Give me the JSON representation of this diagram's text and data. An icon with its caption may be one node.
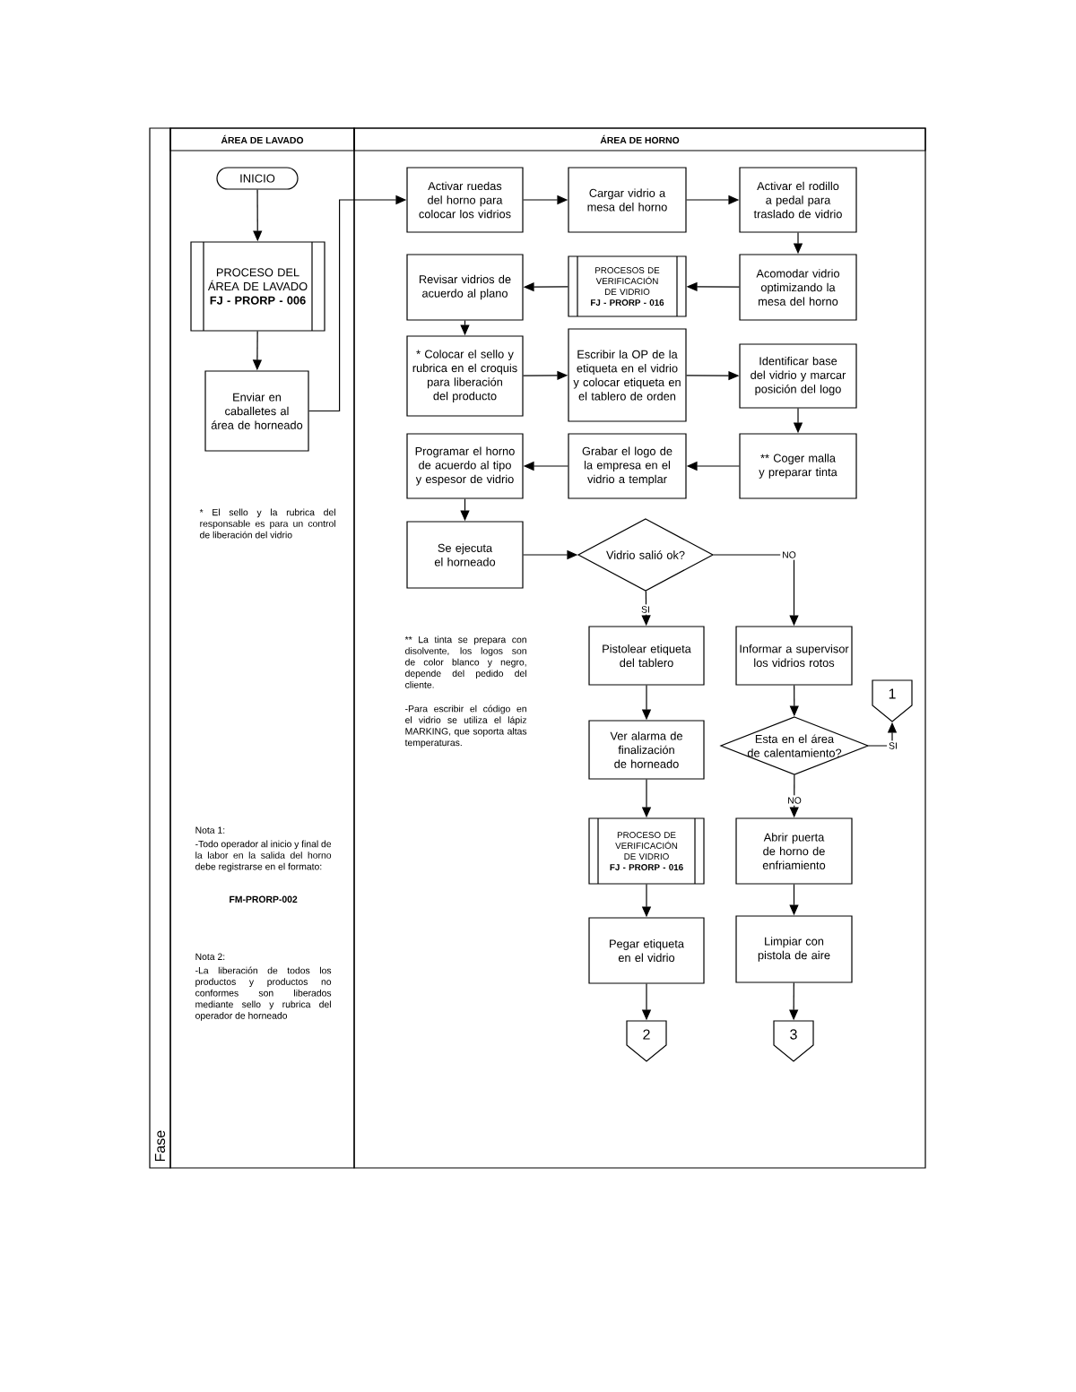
{
  "diagram": {
    "nodes": [
      {
        "text": [
          "Fase"
        ]
      },
      {
        "text": [
          "ÁREA DE LAVADO"
        ]
      },
      {
        "text": [
          "ÁREA DE HORNO"
        ]
      },
      {
        "text": [
          "INICIO"
        ],
        "in": 1
      },
      {
        "text": [
          "PROCESO DEL ÁREA DE LAVADO",
          "FJ - PRORP - 006"
        ],
        "in": 1
      },
      {
        "text": [
          "Enviar en caballetes al área de horneado"
        ],
        "in": 1
      },
      {
        "text": [
          "Activar ruedas del horno para colocar los vidrios"
        ],
        "in": 2
      },
      {
        "text": [
          "Cargar vidrio a mesa del horno"
        ],
        "in": 2
      },
      {
        "text": [
          "Activar el rodillo a pedal para traslado de vidrio"
        ],
        "in": 2
      },
      {
        "text": [
          "Revisar vidrios de acuerdo al plano"
        ],
        "in": 2
      },
      {
        "text": [
          "PROCESOS DE VERIFICACIÓN DE VIDRIO",
          "FJ - PRORP - 016"
        ],
        "in": 2
      },
      {
        "text": [
          "Acomodar vidrio optimizando la mesa del horno"
        ],
        "in": 2
      },
      {
        "text": [
          "* Colocar el sello y rubrica en el croquis para liberación del producto"
        ],
        "in": 2
      },
      {
        "text": [
          "Escribir la OP de la etiqueta en el vidrio y colocar etiqueta en el tablero de orden"
        ],
        "in": 2
      },
      {
        "text": [
          "Identificar base del vidrio y marcar posición del logo"
        ],
        "in": 2
      },
      {
        "text": [
          "Programar el horno de acuerdo al tipo y espesor de vidrio"
        ],
        "in": 2
      },
      {
        "text": [
          "Grabar el logo de la empresa en el vidrio a templar"
        ],
        "in": 2
      },
      {
        "text": [
          "** Coger malla y preparar tinta"
        ],
        "in": 2
      },
      {
        "text": [
          "Se ejecuta el horneado"
        ],
        "in": 2
      },
      {
        "text": [
          "Vidrio salió ok?"
        ],
        "in": 2
      },
      {
        "text": [
          "Pistolear etiqueta del tablero"
        ],
        "in": 2
      },
      {
        "text": [
          "Informar a supervisor los vidrios rotos"
        ],
        "in": 2
      },
      {
        "text": [
          "Ver alarma de finalización de horneado"
        ],
        "in": 2
      },
      {
        "text": [
          "Esta en el área de calentamiento?"
        ],
        "in": 2
      },
      {
        "text": [
          "1"
        ],
        "in": 2
      },
      {
        "text": [
          "PROCESO DE VERIFICACIÓN DE VIDRIO",
          "FJ - PRORP - 016"
        ],
        "in": 2
      },
      {
        "text": [
          "Abrir puerta de horno de enfriamiento"
        ],
        "in": 2
      },
      {
        "text": [
          "Pegar etiqueta en el vidrio"
        ],
        "in": 2
      },
      {
        "text": [
          "Limpiar con pistola de aire"
        ],
        "in": 2
      },
      {
        "text": [
          "2"
        ],
        "in": 2
      },
      {
        "text": [
          "3"
        ],
        "in": 2
      }
    ],
    "edges": [
      {
        "from": 3,
        "to": 4,
        "arrow": "to"
      },
      {
        "from": 4,
        "to": 5,
        "arrow": "to"
      },
      {
        "from": 5,
        "to": 6,
        "arrow": "to"
      },
      {
        "from": 6,
        "to": 7,
        "arrow": "to"
      },
      {
        "from": 7,
        "to": 8,
        "arrow": "to"
      },
      {
        "from": 8,
        "to": 11,
        "arrow": "to"
      },
      {
        "from": 11,
        "to": 10,
        "arrow": "to"
      },
      {
        "from": 10,
        "to": 9,
        "arrow": "to"
      },
      {
        "from": 9,
        "to": 12,
        "arrow": "to"
      },
      {
        "from": 12,
        "to": 13,
        "arrow": "to"
      },
      {
        "from": 13,
        "to": 14,
        "arrow": "to"
      },
      {
        "from": 14,
        "to": 17,
        "arrow": "to"
      },
      {
        "from": 17,
        "to": 16,
        "arrow": "to"
      },
      {
        "from": 16,
        "to": 15,
        "arrow": "to"
      },
      {
        "from": 15,
        "to": 18,
        "arrow": "to"
      },
      {
        "from": 18,
        "to": 19,
        "arrow": "to"
      },
      {
        "from": 19,
        "to": 20,
        "arrow": "to",
        "label": "SI"
      },
      {
        "from": 19,
        "to": 21,
        "arrow": "to",
        "label": "NO"
      },
      {
        "from": 20,
        "to": 22,
        "arrow": "to"
      },
      {
        "from": 21,
        "to": 23,
        "arrow": "to"
      },
      {
        "from": 22,
        "to": 25,
        "arrow": "to"
      },
      {
        "from": 23,
        "to": 24,
        "arrow": "to",
        "label": "SI"
      },
      {
        "from": 23,
        "to": 26,
        "arrow": "to",
        "label": "NO"
      },
      {
        "from": 25,
        "to": 27,
        "arrow": "to"
      },
      {
        "from": 26,
        "to": 28,
        "arrow": "to"
      },
      {
        "from": 27,
        "to": 29,
        "arrow": "to"
      },
      {
        "from": 28,
        "to": 30,
        "arrow": "to"
      }
    ],
    "labels": [
      "* El sello y la rubrica del responsable es para un control de liberación del vidrio",
      "** La tinta se prepara con disolvente, los logos son de color blanco y negro, depende del pedido del cliente.",
      "-Para escribir el código en el vidrio se utiliza el lápiz MARKING, que soporta altas temperaturas.",
      "Nota 1:",
      "-Todo operador al inicio y final de la labor en la salida del horno debe registrarse en el formato:",
      "FM-PRORP-002",
      "Nota 2:",
      "-La liberación de todos los productos y productos no conformes son liberados mediante sello y rubrica del operador de horneado"
    ]
  }
}
